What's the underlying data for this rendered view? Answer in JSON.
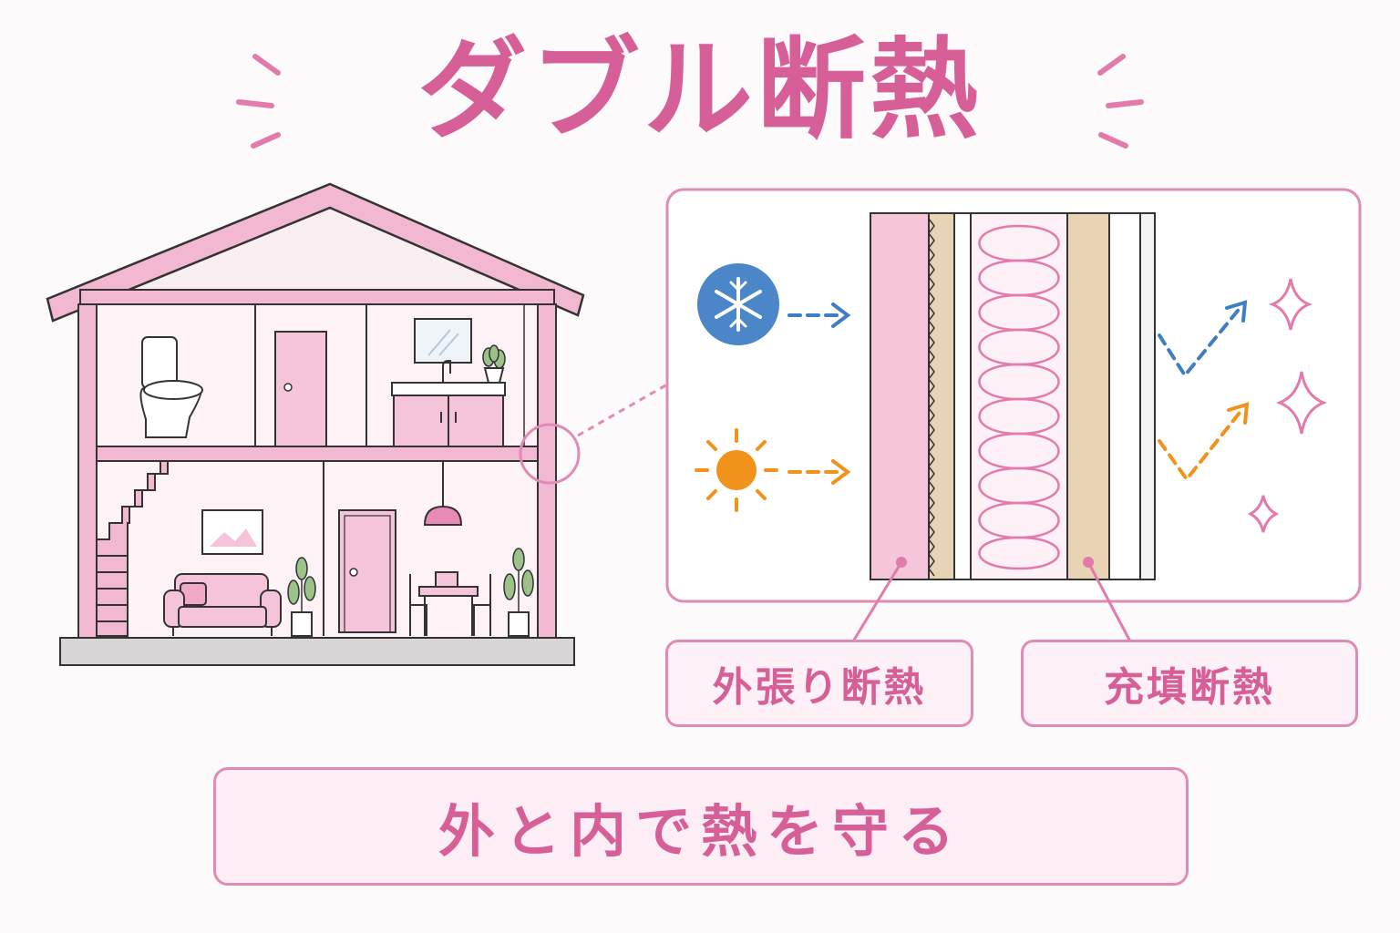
{
  "title": "ダブル断熱",
  "labels": {
    "outer_insulation": "外張り断熱",
    "fill_insulation": "充填断熱"
  },
  "tagline": "外と内で熱を守る",
  "colors": {
    "accent_pink": "#d75f97",
    "light_pink": "#f2bdd6",
    "cold_blue": "#3f7ec4",
    "heat_orange": "#f0921c",
    "insulation_beige": "#e8d3b4"
  },
  "icons": [
    "snowflake-icon",
    "sun-icon",
    "sparkle-icon",
    "toilet-icon",
    "door-icon",
    "sink-icon",
    "plant-icon",
    "sofa-icon",
    "lamp-icon",
    "table-icon",
    "stairs-icon"
  ]
}
